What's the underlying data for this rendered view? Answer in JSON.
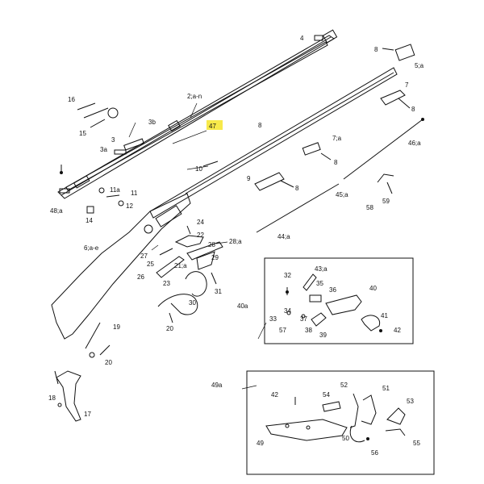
{
  "highlight": {
    "label": "47",
    "color": "#f7e94a"
  },
  "labels": {
    "l4": "4",
    "l8a": "8",
    "l5a": "5;a",
    "l7": "7",
    "l8b": "8",
    "l46a": "46;a",
    "l16": "16",
    "l2an": "2;a-n",
    "l3b": "3b",
    "l15": "15",
    "l3": "3",
    "l3a": "3a",
    "l8c": "8",
    "l7a": "7;a",
    "l8d": "8",
    "l10": "10",
    "l9": "9",
    "l8e": "8",
    "l45a": "45;a",
    "l58": "58",
    "l59": "59",
    "l11a": "11a",
    "l11": "11",
    "l12": "12",
    "l14": "14",
    "l48a": "48;a",
    "l44a": "44;a",
    "l24": "24",
    "l22": "22",
    "l6ae": "6;a-e",
    "l28a": "28;a",
    "l28": "28",
    "l27": "27",
    "l25": "25",
    "l21a": "21;a",
    "l29": "29",
    "l26": "26",
    "l23": "23",
    "l31": "31",
    "l30": "30",
    "l20": "20",
    "l19": "19",
    "l40a": "40a",
    "l32": "32",
    "l43a": "43;a",
    "l35": "35",
    "l36": "36",
    "l40": "40",
    "l33": "33",
    "l34": "34",
    "l37": "37",
    "l57": "57",
    "l38": "38",
    "l39": "39",
    "l41": "41",
    "l42a": "42",
    "l20b": "20",
    "l18": "18",
    "l17": "17",
    "l49a": "49a",
    "l42b": "42",
    "l54": "54",
    "l52": "52",
    "l51": "51",
    "l53": "53",
    "l49": "49",
    "l50": "50",
    "l56": "56",
    "l55": "55"
  }
}
